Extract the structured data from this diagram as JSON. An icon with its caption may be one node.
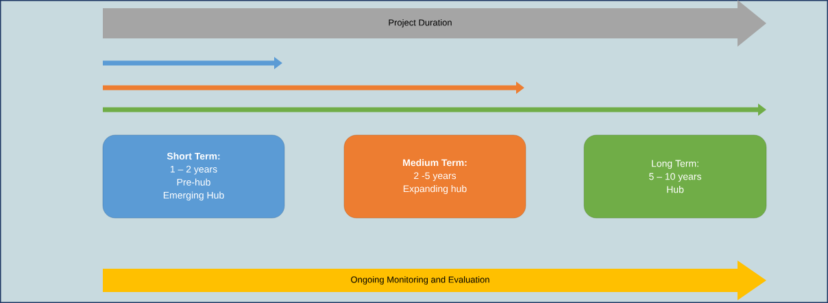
{
  "diagram": {
    "nodes": [
      {
        "text": [
          "Project Duration"
        ]
      },
      {
        "text": [
          "Short Term:",
          "1 – 2 years",
          "Pre-hub",
          "Emerging Hub"
        ]
      },
      {
        "text": [
          "Medium Term:",
          "2 -5 years",
          "Expanding hub"
        ]
      },
      {
        "text": [
          "Long Term:",
          "5 – 10 years",
          "Hub"
        ]
      },
      {
        "text": [
          "Ongoing Monitoring and Evaluation"
        ]
      }
    ]
  }
}
